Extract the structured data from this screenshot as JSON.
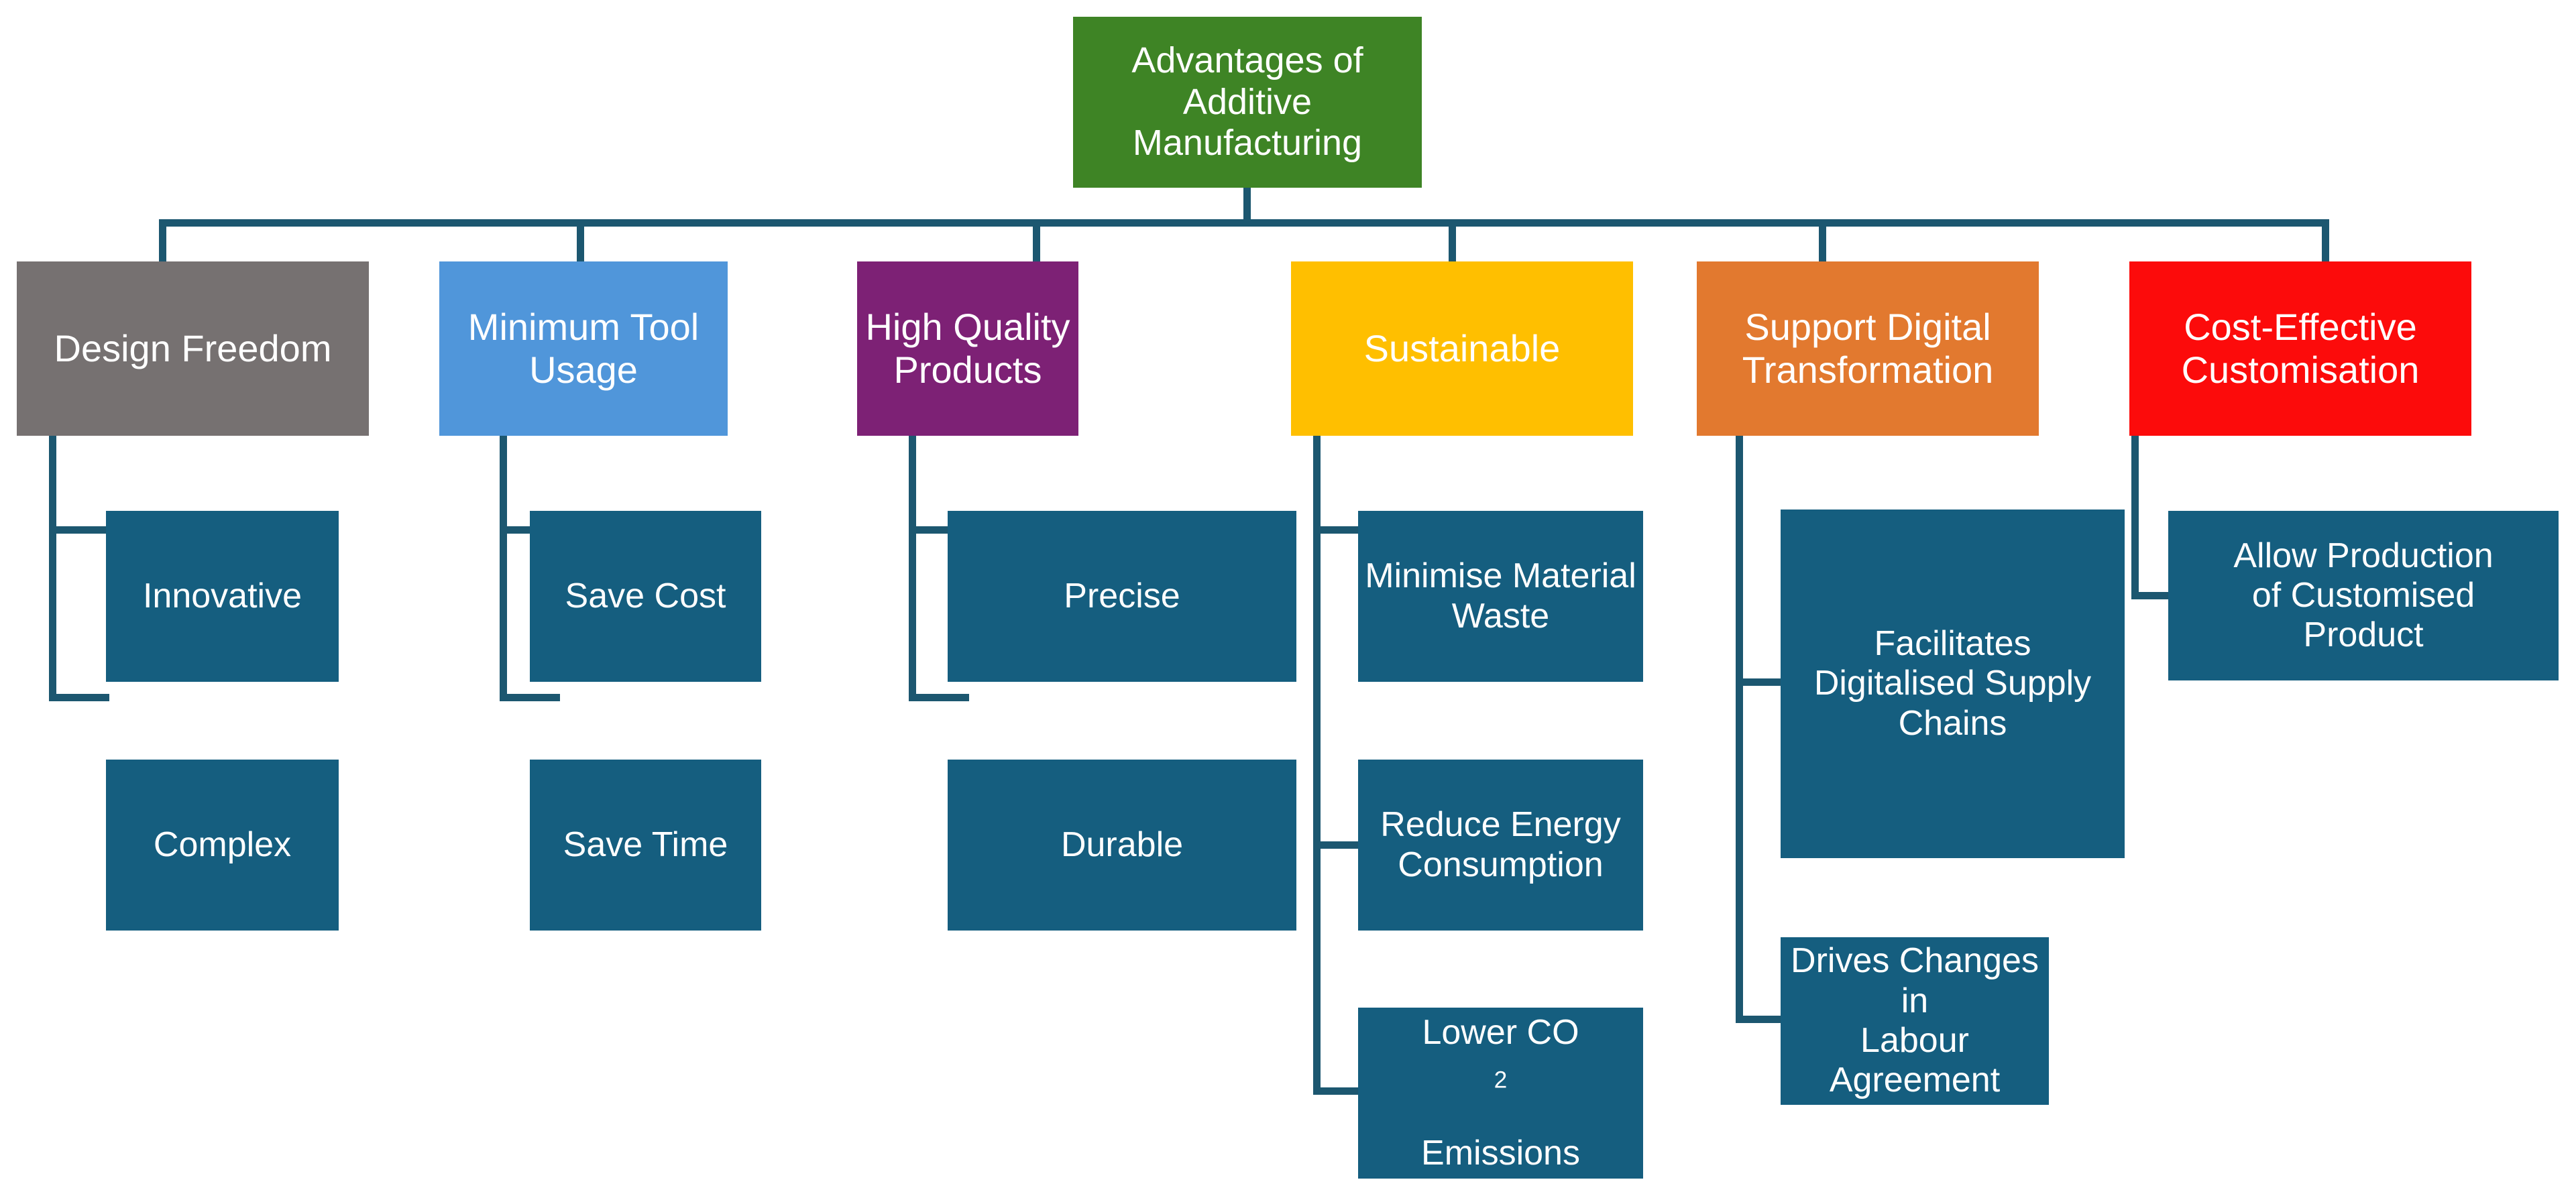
{
  "diagram": {
    "title": "Advantages of Additive Manufacturing",
    "type": "organizational-tree",
    "root": {
      "label": "Advantages of\nAdditive\nManufacturing",
      "color": "#3E8425",
      "text_color": "#FFFFFF"
    },
    "connector_color": "#1C5770",
    "leaf_color": "#155E7F",
    "background": "#FFFFFF",
    "branches": [
      {
        "label": "Design Freedom",
        "color": "#767171",
        "children": [
          {
            "label": "Innovative"
          },
          {
            "label": "Complex"
          }
        ]
      },
      {
        "label": "Minimum Tool\nUsage",
        "color": "#5096DA",
        "children": [
          {
            "label": "Save Cost"
          },
          {
            "label": "Save Time"
          }
        ]
      },
      {
        "label": "High Quality\nProducts",
        "color": "#7D2175",
        "children": [
          {
            "label": "Precise"
          },
          {
            "label": "Durable"
          }
        ]
      },
      {
        "label": "Sustainable",
        "color": "#FFBF00",
        "children": [
          {
            "label": "Minimise Material\nWaste"
          },
          {
            "label": "Reduce Energy\nConsumption"
          },
          {
            "label": "Lower CO2\nEmissions",
            "has_subscript": true,
            "subscript_text": "2",
            "prefix": "Lower CO",
            "suffix": "\nEmissions"
          }
        ]
      },
      {
        "label": "Support Digital\nTransformation",
        "color": "#E2792F",
        "children": [
          {
            "label": "Facilitates\nDigitalised Supply\nChains"
          },
          {
            "label": "Drives Changes in\nLabour\nAgreement"
          }
        ]
      },
      {
        "label": "Cost-Effective\nCustomisation",
        "color": "#FC0B0B",
        "children": [
          {
            "label": "Allow Production\nof Customised\nProduct"
          }
        ]
      }
    ]
  }
}
